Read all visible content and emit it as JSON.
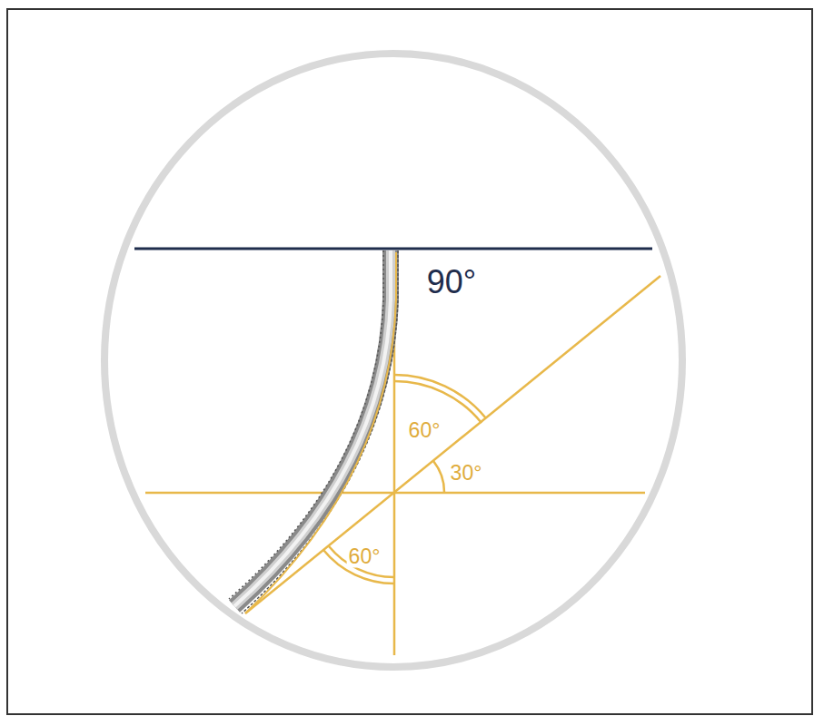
{
  "diagram": {
    "labels": [
      "90°",
      "60°",
      "30°",
      "60°"
    ]
  }
}
